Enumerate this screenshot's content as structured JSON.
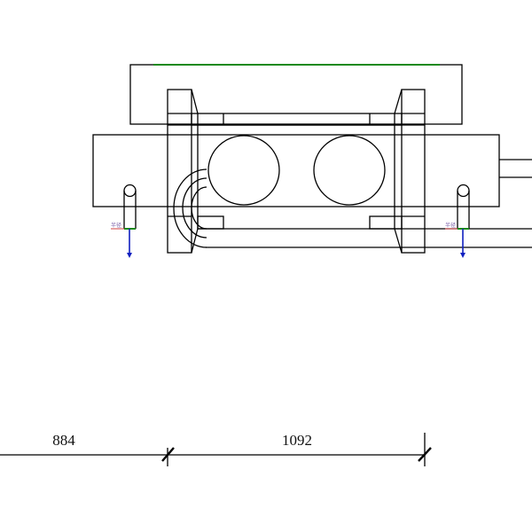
{
  "drawing": {
    "pin_label_left": "半径",
    "pin_label_right": "半径",
    "dimensions": [
      "884",
      "1092"
    ]
  },
  "colors": {
    "line": "#000000",
    "green_marker": "#1a8a1a",
    "arrow": "#1020c0",
    "label_underline": "#d04040"
  }
}
